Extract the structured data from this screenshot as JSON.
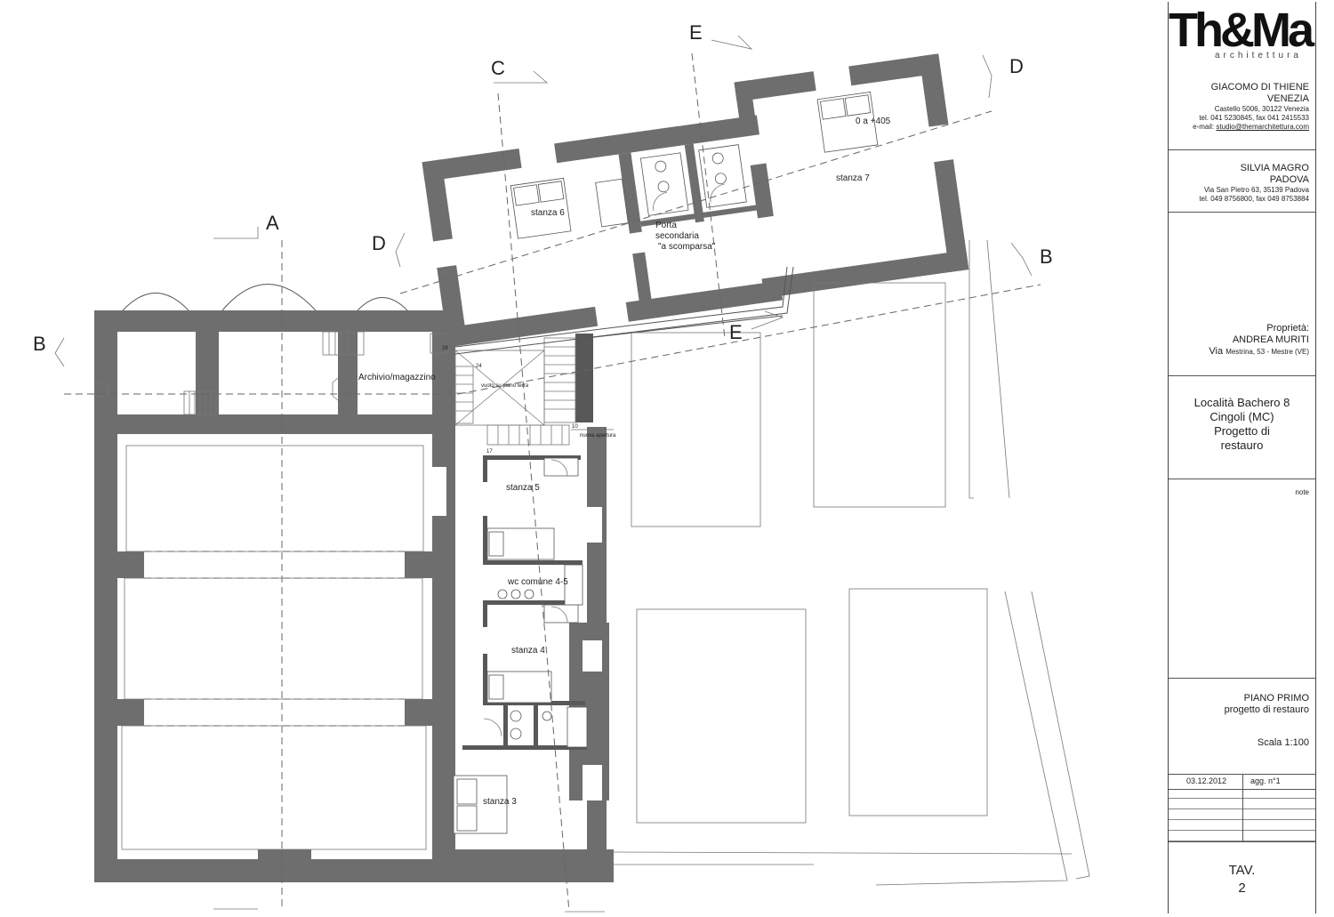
{
  "section_markers": [
    "A",
    "B",
    "B",
    "C",
    "D",
    "D",
    "E",
    "E"
  ],
  "rooms": {
    "stanza6": "stanza 6",
    "stanza7": "stanza 7",
    "level": "0 a +405",
    "porta_line1": "Porta",
    "porta_line2": "secondaria",
    "porta_line3": "\"a scomparsa\"",
    "archivio": "Archivio/magazzino",
    "vuoto": "vuoto su piano terra",
    "nuova_apertura": "nuova apertura",
    "stanza5": "stanza 5",
    "wc": "wc comune 4-5",
    "stanza4": "stanza 4",
    "stanza3": "stanza 3"
  },
  "step_numbers": [
    "28",
    "24",
    "17",
    "10"
  ],
  "title_block": {
    "logo": "Th&Ma",
    "logo_sub": "architettura",
    "studio1": {
      "name": "GIACOMO DI THIENE",
      "city": "VENEZIA",
      "address": "Castello 5006, 30122 Venezia",
      "phone": "tel. 041 5230845, fax 041 2415533",
      "email_label": "e-mail:",
      "email": "studio@themarchitettura.com"
    },
    "studio2": {
      "name": "SILVIA MAGRO",
      "city": "PADOVA",
      "address": "Via San Pietro 63, 35139 Padova",
      "phone": "tel. 049 8756800, fax 049 8753884"
    },
    "owner": {
      "label": "Proprietà:",
      "name": "ANDREA MURITI",
      "via": "Via",
      "address": "Mestrina, 53 - Mestre (VE)"
    },
    "location": [
      "Località Bachero 8",
      "Cingoli (MC)",
      "Progetto di",
      "restauro"
    ],
    "notes_label": "note",
    "sheet_title": "PIANO PRIMO",
    "sheet_subtitle": "progetto di restauro",
    "scale": "Scala 1:100",
    "date": "03.12.2012",
    "revision": "agg. n°1",
    "tav": "TAV.",
    "tav_number": "2"
  }
}
